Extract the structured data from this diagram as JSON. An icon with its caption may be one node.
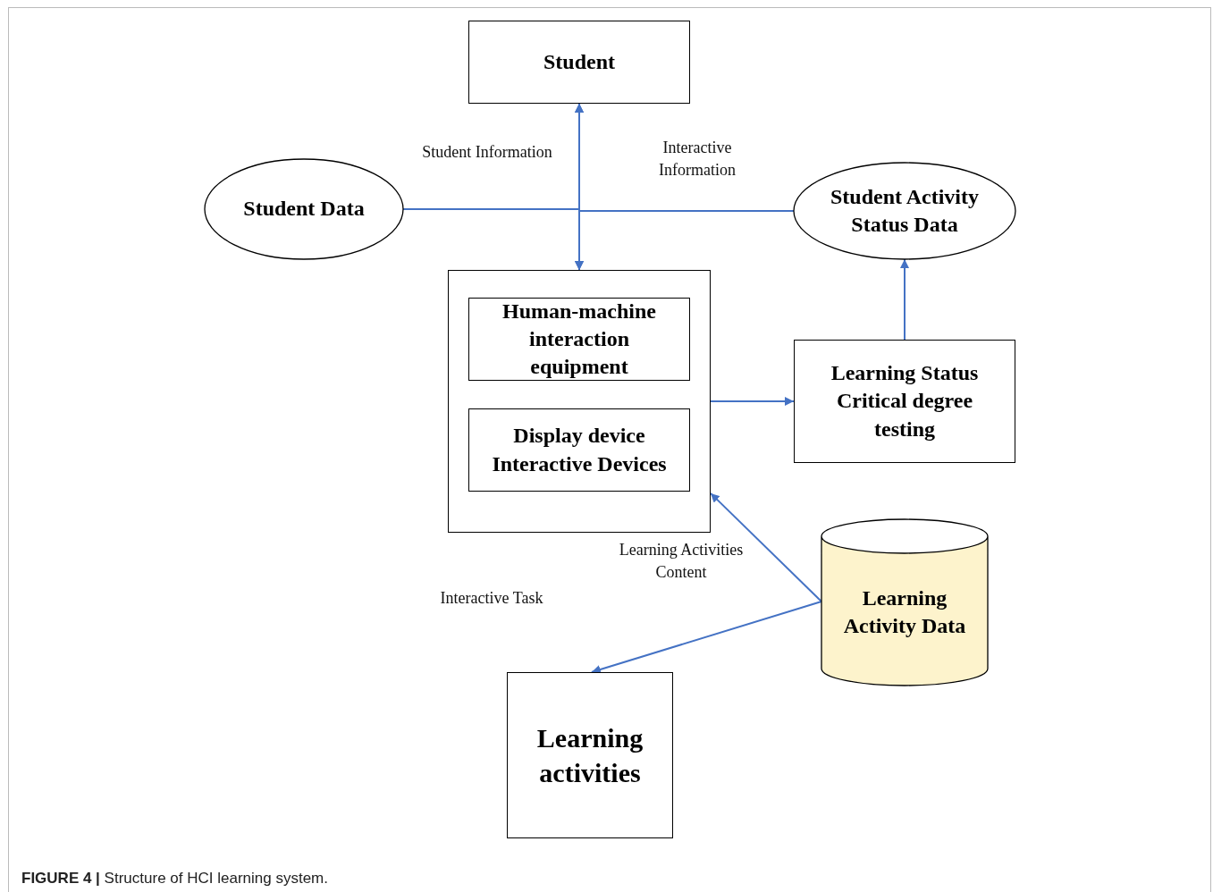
{
  "diagram": {
    "caption": "**FIGURE 4 |** Structure of HCI learning system.",
    "nodes": [
      {
        "text": [
          "Student"
        ]
      },
      {
        "text": [
          "Student Data"
        ]
      },
      {
        "text": [
          "Student Activity Status Data"
        ]
      },
      {
        "text": [],
        "shape": "box"
      },
      {
        "text": [
          "Human-machine interaction equipment"
        ],
        "in": 3
      },
      {
        "text": [
          "Display device Interactive Devices"
        ],
        "in": 3
      },
      {
        "text": [
          "Learning Status Critical degree testing"
        ]
      },
      {
        "text": [
          "Learning Activity Data"
        ]
      },
      {
        "text": [
          "Learning activities"
        ]
      }
    ],
    "edges": [
      {
        "from": 0,
        "to": 3,
        "arrow": "both"
      },
      {
        "from": 1,
        "to": 0,
        "arrow": "to"
      },
      {
        "from": 1,
        "to": 3,
        "arrow": "to"
      },
      {
        "from": 2,
        "to": 0,
        "arrow": "to"
      },
      {
        "from": 2,
        "to": 3,
        "arrow": "to"
      },
      {
        "from": 3,
        "to": 6,
        "arrow": "to"
      },
      {
        "from": 6,
        "to": 2,
        "arrow": "to"
      },
      {
        "from": 7,
        "to": 3,
        "arrow": "to"
      },
      {
        "from": 7,
        "to": 8,
        "arrow": "to"
      }
    ],
    "labels": [
      "Student Information",
      "Interactive Information",
      "Learning Activities Content",
      "Interactive Task"
    ]
  }
}
